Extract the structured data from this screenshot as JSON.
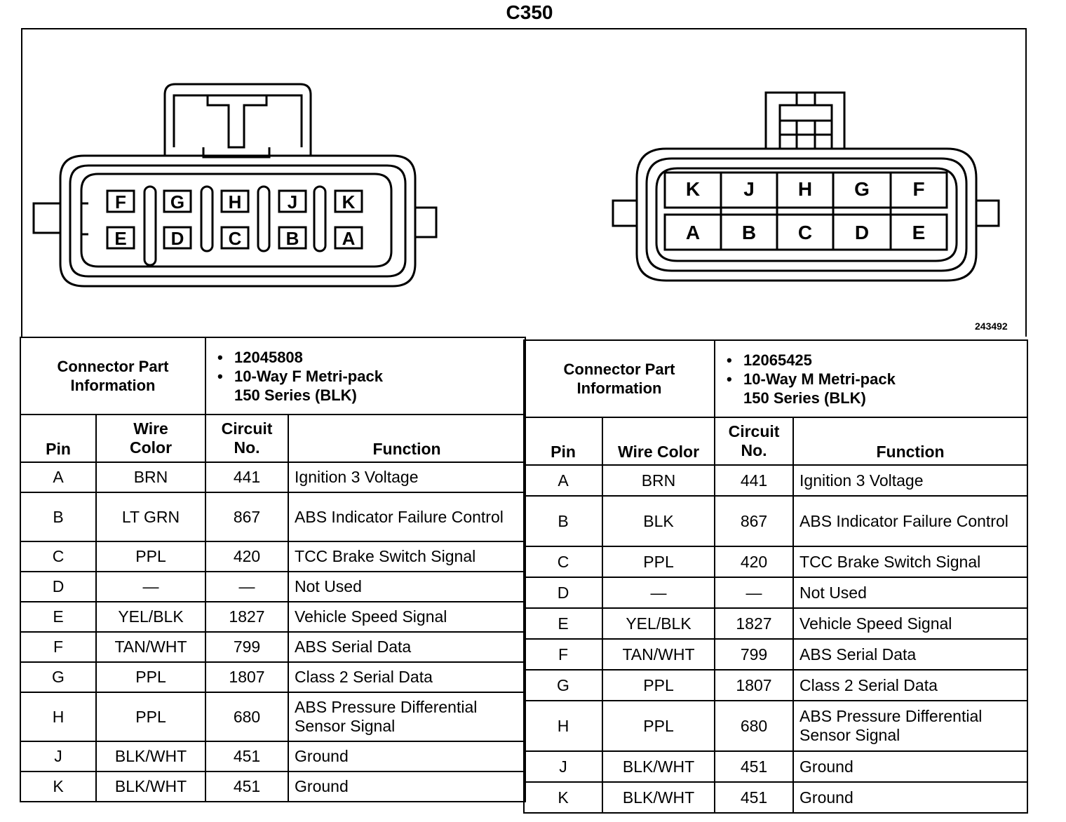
{
  "title": "C350",
  "figure_number": "243492",
  "connector_left": {
    "pins_top": [
      "F",
      "G",
      "H",
      "J",
      "K"
    ],
    "pins_bottom": [
      "E",
      "D",
      "C",
      "B",
      "A"
    ]
  },
  "connector_right": {
    "pins_top": [
      "K",
      "J",
      "H",
      "G",
      "F"
    ],
    "pins_bottom": [
      "A",
      "B",
      "C",
      "D",
      "E"
    ]
  },
  "tables": [
    {
      "info_label_1": "Connector Part",
      "info_label_2": "Information",
      "part_number": "12045808",
      "type_line_1": "10-Way F Metri-pack",
      "type_line_2": "150 Series (BLK)",
      "header_pin": "Pin",
      "header_wire_1": "Wire",
      "header_wire_2": "Color",
      "header_circuit_1": "Circuit",
      "header_circuit_2": "No.",
      "header_function": "Function",
      "rows": [
        {
          "pin": "A",
          "wire": "BRN",
          "circuit": "441",
          "function": "Ignition 3 Voltage"
        },
        {
          "pin": "B",
          "wire": "LT GRN",
          "circuit": "867",
          "function": "ABS Indicator Failure Control"
        },
        {
          "pin": "C",
          "wire": "PPL",
          "circuit": "420",
          "function": "TCC Brake Switch Signal"
        },
        {
          "pin": "D",
          "wire": "—",
          "circuit": "—",
          "function": "Not Used"
        },
        {
          "pin": "E",
          "wire": "YEL/BLK",
          "circuit": "1827",
          "function": "Vehicle Speed Signal"
        },
        {
          "pin": "F",
          "wire": "TAN/WHT",
          "circuit": "799",
          "function": "ABS Serial Data"
        },
        {
          "pin": "G",
          "wire": "PPL",
          "circuit": "1807",
          "function": "Class 2 Serial Data"
        },
        {
          "pin": "H",
          "wire": "PPL",
          "circuit": "680",
          "function": "ABS Pressure Differential Sensor Signal"
        },
        {
          "pin": "J",
          "wire": "BLK/WHT",
          "circuit": "451",
          "function": "Ground"
        },
        {
          "pin": "K",
          "wire": "BLK/WHT",
          "circuit": "451",
          "function": "Ground"
        }
      ]
    },
    {
      "info_label_1": "Connector Part",
      "info_label_2": "Information",
      "part_number": "12065425",
      "type_line_1": "10-Way M Metri-pack",
      "type_line_2": "150 Series (BLK)",
      "header_pin": "Pin",
      "header_wire_1": "Wire Color",
      "header_wire_2": "",
      "header_circuit_1": "Circuit",
      "header_circuit_2": "No.",
      "header_function": "Function",
      "rows": [
        {
          "pin": "A",
          "wire": "BRN",
          "circuit": "441",
          "function": "Ignition 3 Voltage"
        },
        {
          "pin": "B",
          "wire": "BLK",
          "circuit": "867",
          "function": "ABS Indicator Failure Control"
        },
        {
          "pin": "C",
          "wire": "PPL",
          "circuit": "420",
          "function": "TCC Brake Switch Signal"
        },
        {
          "pin": "D",
          "wire": "—",
          "circuit": "—",
          "function": "Not Used"
        },
        {
          "pin": "E",
          "wire": "YEL/BLK",
          "circuit": "1827",
          "function": "Vehicle Speed Signal"
        },
        {
          "pin": "F",
          "wire": "TAN/WHT",
          "circuit": "799",
          "function": "ABS Serial Data"
        },
        {
          "pin": "G",
          "wire": "PPL",
          "circuit": "1807",
          "function": "Class 2 Serial Data"
        },
        {
          "pin": "H",
          "wire": "PPL",
          "circuit": "680",
          "function": "ABS Pressure Differential Sensor Signal"
        },
        {
          "pin": "J",
          "wire": "BLK/WHT",
          "circuit": "451",
          "function": "Ground"
        },
        {
          "pin": "K",
          "wire": "BLK/WHT",
          "circuit": "451",
          "function": "Ground"
        }
      ]
    }
  ]
}
